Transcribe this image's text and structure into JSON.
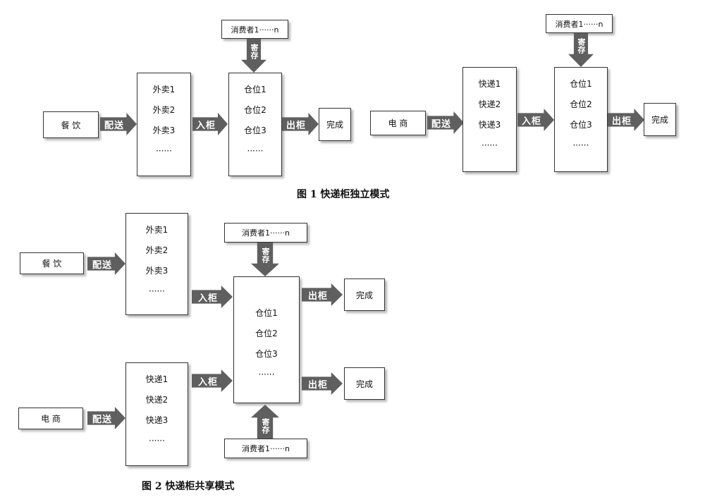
{
  "figure1": {
    "caption": "图 1  快递柜独立模式",
    "catering": {
      "source": "餐  饮",
      "deliver": "配送",
      "takeout_items": [
        "外卖1",
        "外卖2",
        "外卖3",
        "······"
      ],
      "in_cabinet": "入柜",
      "slots": [
        "仓位1",
        "仓位2",
        "仓位3",
        "······"
      ],
      "out_cabinet": "出柜",
      "done": "完成",
      "consumer": "消费者1······n",
      "action": "寄存"
    },
    "ecommerce": {
      "source": "电  商",
      "deliver": "配送",
      "express_items": [
        "快递1",
        "快递2",
        "快递3",
        "······"
      ],
      "in_cabinet": "入柜",
      "slots": [
        "仓位1",
        "仓位2",
        "仓位3",
        "······"
      ],
      "out_cabinet": "出柜",
      "done": "完成",
      "consumer": "消费者1······n",
      "action": "寄存"
    }
  },
  "figure2": {
    "caption": "图 2  快递柜共享模式",
    "catering": {
      "source": "餐  饮",
      "deliver": "配送",
      "items": [
        "外卖1",
        "外卖2",
        "外卖3",
        "······"
      ],
      "in_cabinet": "入柜"
    },
    "ecommerce": {
      "source": "电  商",
      "deliver": "配送",
      "items": [
        "快递1",
        "快递2",
        "快递3",
        "······"
      ],
      "in_cabinet": "入柜"
    },
    "slots": [
      "仓位1",
      "仓位2",
      "仓位3",
      "······"
    ],
    "consumer_top": "消费者1······n",
    "action_top": "寄存",
    "consumer_bottom": "消费者1······n",
    "action_bottom": "寄存",
    "out_top": "出柜",
    "done_top": "完成",
    "out_bottom": "出柜",
    "done_bottom": "完成"
  }
}
